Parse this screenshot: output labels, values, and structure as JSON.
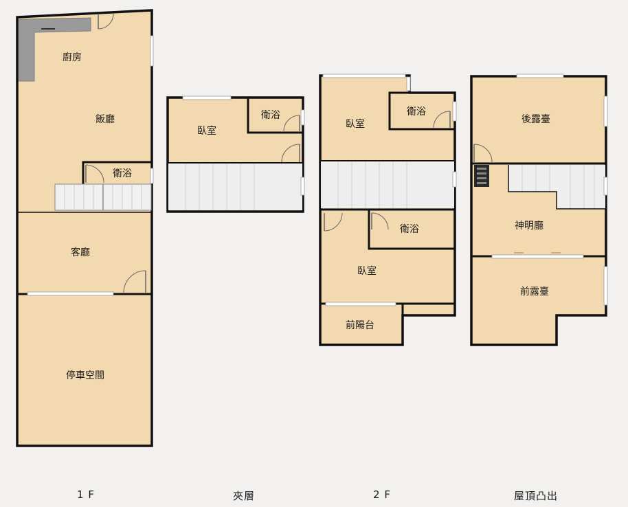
{
  "floors": [
    {
      "label": "1 F",
      "rooms": [
        "廚房",
        "飯廳",
        "衛浴",
        "客廳",
        "停車空間"
      ]
    },
    {
      "label": "夾層",
      "rooms": [
        "臥室",
        "衛浴"
      ]
    },
    {
      "label": "2 F",
      "rooms": [
        "臥室",
        "衛浴",
        "衛浴",
        "臥室",
        "前陽台"
      ]
    },
    {
      "label": "屋頂凸出",
      "rooms": [
        "後露臺",
        "神明廳",
        "前露臺"
      ]
    }
  ],
  "colors": {
    "floor_fill": "#f3d9b0",
    "wall": "#111111",
    "stair_fill": "#eeeeee",
    "background": "#f2f1ef"
  }
}
